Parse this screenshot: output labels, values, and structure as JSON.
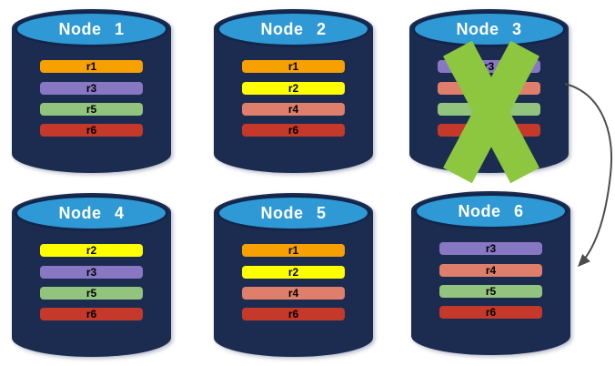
{
  "palette": {
    "cylinder_body": "#1C2B50",
    "cylinder_top": "#2E99D4",
    "failure_x": "#8DC63F",
    "arrow": "#4D4D4D"
  },
  "nodes": [
    {
      "title": "Node 1",
      "failed": false,
      "replicas": [
        {
          "label": "r1",
          "color": "#F6A001"
        },
        {
          "label": "r3",
          "color": "#8878C3"
        },
        {
          "label": "r5",
          "color": "#93C47D"
        },
        {
          "label": "r6",
          "color": "#C5392B"
        }
      ]
    },
    {
      "title": "Node 2",
      "failed": false,
      "replicas": [
        {
          "label": "r1",
          "color": "#F6A001"
        },
        {
          "label": "r2",
          "color": "#FFFF00"
        },
        {
          "label": "r4",
          "color": "#DF7E6A"
        },
        {
          "label": "r6",
          "color": "#C5392B"
        }
      ]
    },
    {
      "title": "Node 3",
      "failed": true,
      "replicas": [
        {
          "label": "r3",
          "color": "#8878C3"
        },
        {
          "label": "",
          "color": "#DF7E6A"
        },
        {
          "label": "",
          "color": "#93C47D"
        },
        {
          "label": "",
          "color": "#C5392B"
        }
      ]
    },
    {
      "title": "Node 4",
      "failed": false,
      "replicas": [
        {
          "label": "r2",
          "color": "#FFFF00"
        },
        {
          "label": "r3",
          "color": "#8878C3"
        },
        {
          "label": "r5",
          "color": "#93C47D"
        },
        {
          "label": "r6",
          "color": "#C5392B"
        }
      ]
    },
    {
      "title": "Node 5",
      "failed": false,
      "replicas": [
        {
          "label": "r1",
          "color": "#F6A001"
        },
        {
          "label": "r2",
          "color": "#FFFF00"
        },
        {
          "label": "r4",
          "color": "#DF7E6A"
        },
        {
          "label": "r6",
          "color": "#C5392B"
        }
      ]
    },
    {
      "title": "Node 6",
      "failed": false,
      "replicas": [
        {
          "label": "r3",
          "color": "#8878C3"
        },
        {
          "label": "r4",
          "color": "#DF7E6A"
        },
        {
          "label": "r5",
          "color": "#93C47D"
        },
        {
          "label": "r6",
          "color": "#C5392B"
        }
      ]
    }
  ],
  "arrow": {
    "from": "Node 3",
    "to": "Node 6"
  }
}
